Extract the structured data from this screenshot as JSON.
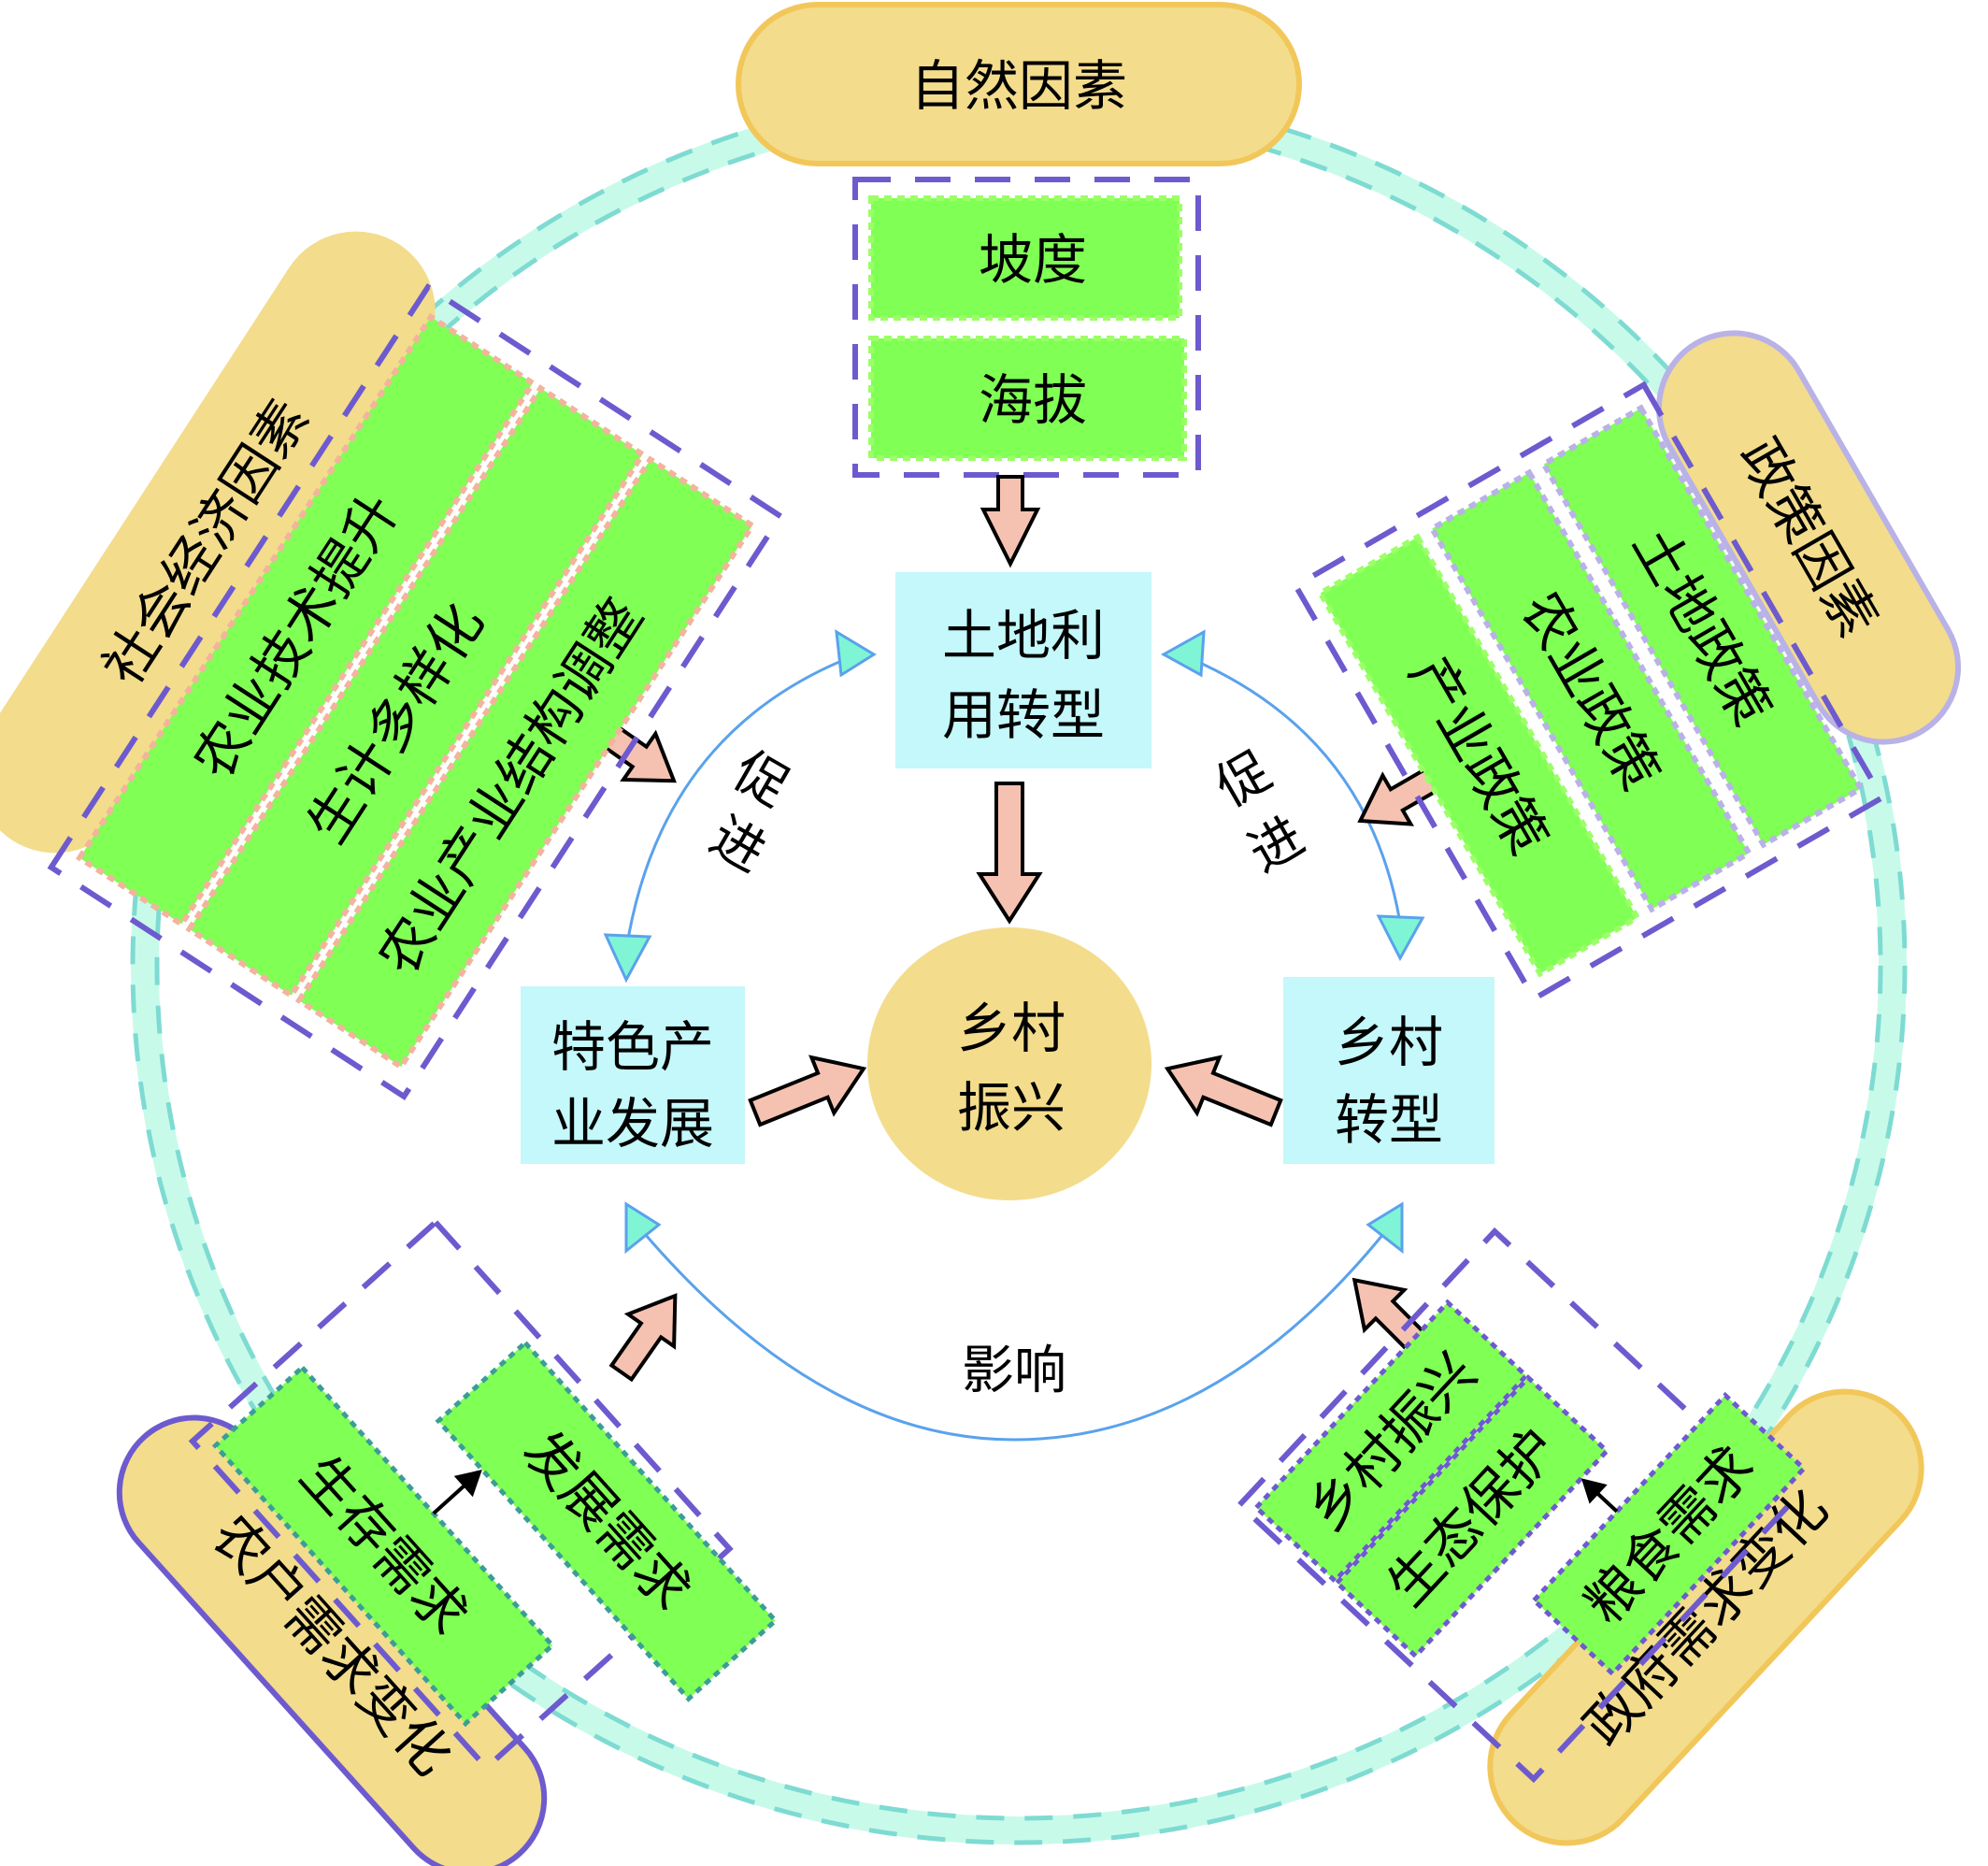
{
  "diagram": {
    "center": {
      "label_line1": "乡村",
      "label_line2": "振兴"
    },
    "core_nodes": {
      "land_use": {
        "line1": "土地利",
        "line2": "用转型"
      },
      "special_industry": {
        "line1": "特色产",
        "line2": "业发展"
      },
      "rural_transform": {
        "line1": "乡村",
        "line2": "转型"
      }
    },
    "relation_labels": {
      "promote_left": [
        "促",
        "进"
      ],
      "promote_right": [
        "促",
        "进"
      ],
      "influence": "影响"
    },
    "factor_groups": {
      "natural": {
        "title": "自然因素",
        "items": [
          "坡度",
          "海拔"
        ]
      },
      "socioeconomic": {
        "title": "社会经济因素",
        "items": [
          "农业技术提升",
          "生计多样化",
          "农业产业结构调整"
        ]
      },
      "policy": {
        "title": "政策因素",
        "items": [
          "土地政策",
          "农业政策",
          "产业政策"
        ]
      },
      "farmer_demand": {
        "title": "农户需求变化",
        "items": [
          "生存需求",
          "发展需求"
        ]
      },
      "government_demand": {
        "title": "政府需求变化",
        "items": [
          "乡村振兴",
          "生态保护",
          "粮食需求"
        ]
      }
    },
    "colors": {
      "pill_fill": "#F3DC8C",
      "factor_item_fill": "#80FF55",
      "core_node_fill": "#C4F8FA",
      "block_arrow_fill": "#F5C2B2",
      "arc_stroke": "#5AA2EC",
      "ring_fill": "#C8FAEA",
      "ring_dash": "#7EDBD2",
      "group_border": "#6E5ACF"
    }
  }
}
